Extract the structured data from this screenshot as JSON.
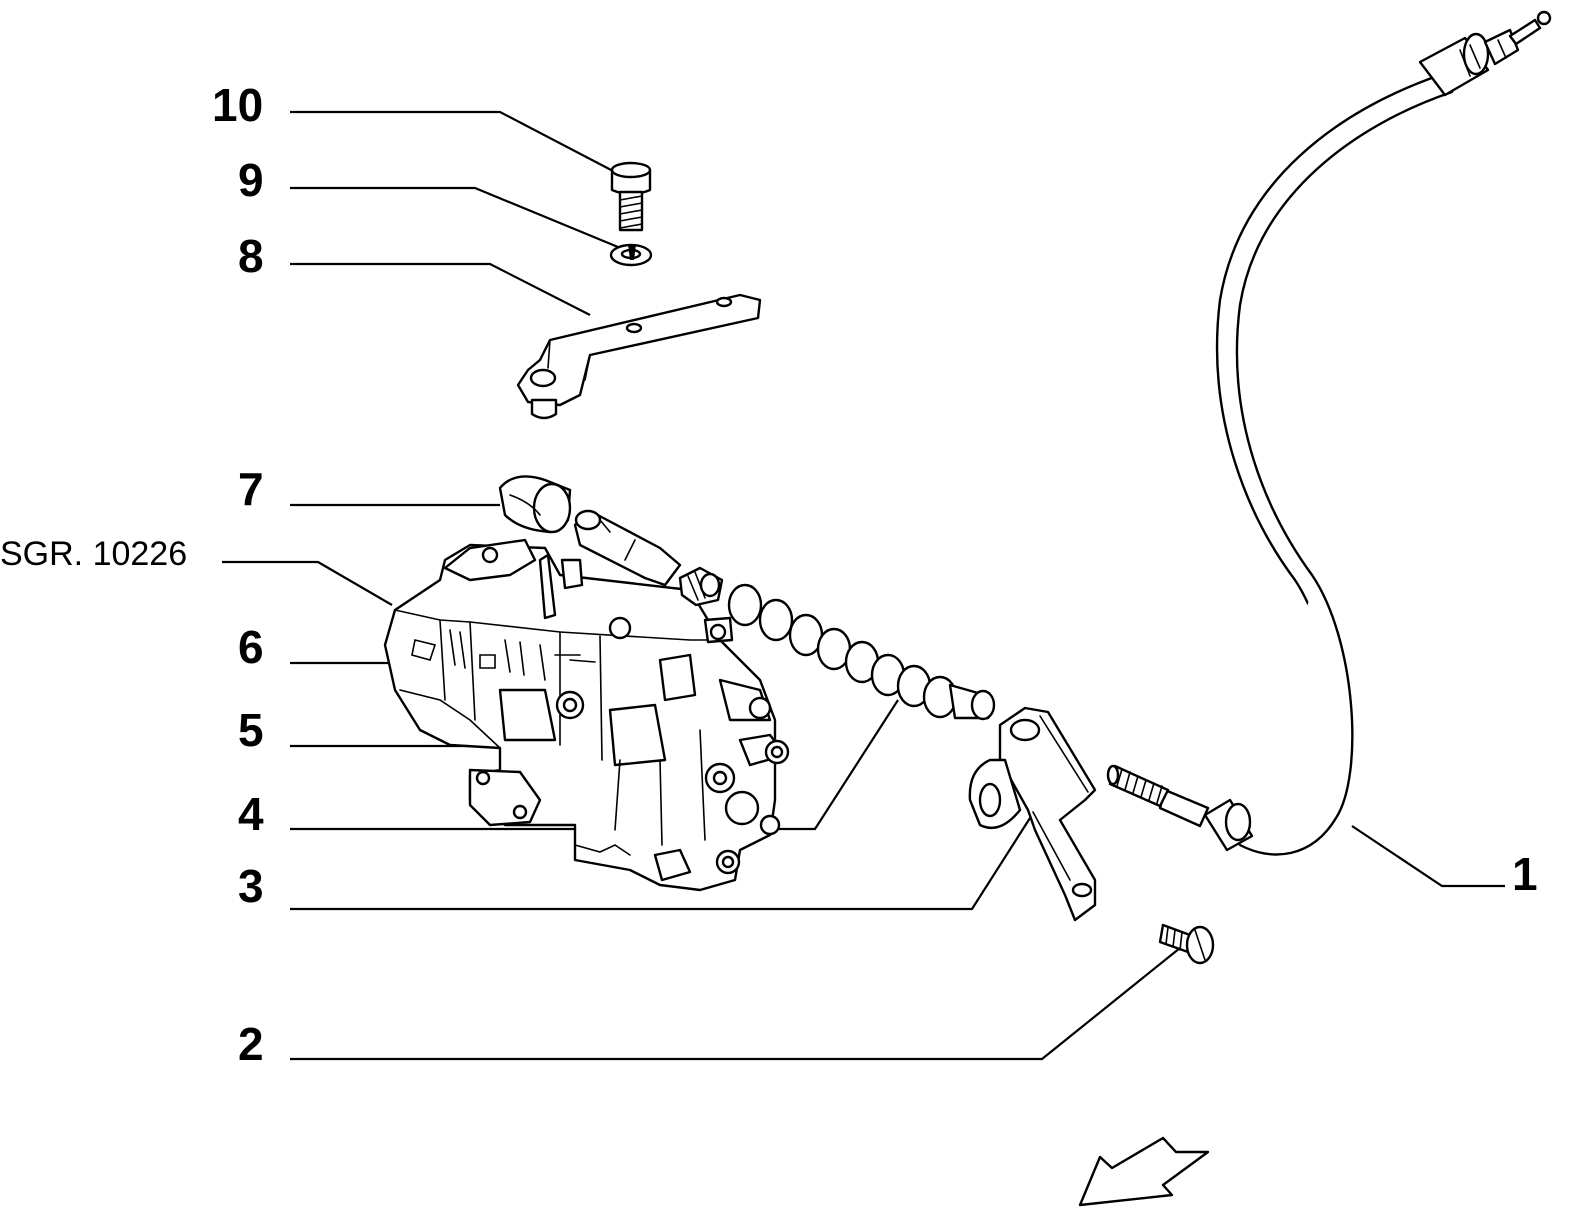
{
  "callouts": [
    {
      "id": "p10",
      "label": "10"
    },
    {
      "id": "p9",
      "label": "9"
    },
    {
      "id": "p8",
      "label": "8"
    },
    {
      "id": "p7",
      "label": "7"
    },
    {
      "id": "p6",
      "label": "6"
    },
    {
      "id": "p5",
      "label": "5"
    },
    {
      "id": "p4",
      "label": "4"
    },
    {
      "id": "p3",
      "label": "3"
    },
    {
      "id": "p2",
      "label": "2"
    },
    {
      "id": "p1",
      "label": "1"
    }
  ],
  "reference": {
    "label": "SGR. 10226"
  },
  "colors": {
    "ink": "#000000",
    "paper": "#ffffff"
  },
  "icons": {
    "direction": "front-direction-arrow-icon"
  }
}
